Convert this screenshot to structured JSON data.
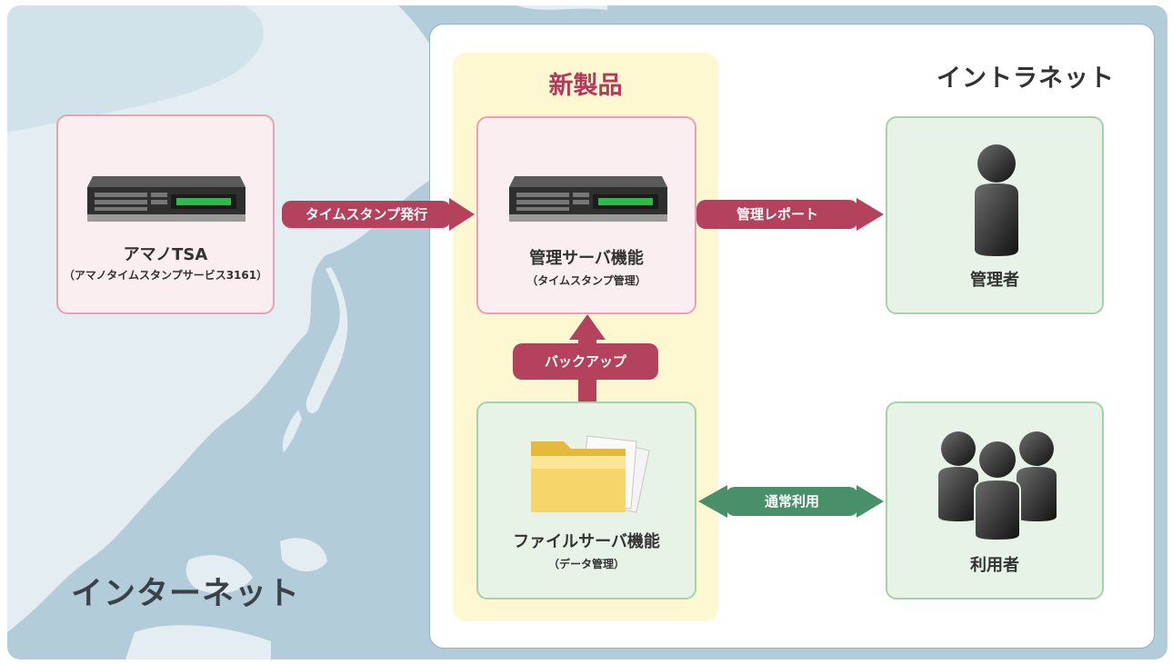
{
  "regions": {
    "internet_label": "インターネット",
    "intranet_label": "イントラネット",
    "new_product_label": "新製品"
  },
  "nodes": {
    "tsa": {
      "title": "アマノTSA",
      "subtitle": "（アマノタイムスタンプサービス3161）",
      "icon": "server-appliance-icon"
    },
    "mgmt_server": {
      "title": "管理サーバ機能",
      "subtitle": "（タイムスタンプ管理）",
      "icon": "server-appliance-icon"
    },
    "file_server": {
      "title": "ファイルサーバ機能",
      "subtitle": "（データ管理）",
      "icon": "folder-documents-icon"
    },
    "admin": {
      "title": "管理者",
      "icon": "person-icon"
    },
    "users": {
      "title": "利用者",
      "icon": "people-group-icon"
    }
  },
  "edges": {
    "timestamp_issue": "タイムスタンプ発行",
    "mgmt_report": "管理レポート",
    "backup": "バックアップ",
    "normal_use": "通常利用"
  },
  "colors": {
    "background_map": "#b3ccd9",
    "new_product_area": "#fdf8d2",
    "pink_box": "#fbeef1",
    "green_box": "#e6f3e6",
    "red_arrow": "#b4425d",
    "green_arrow": "#49906a",
    "new_product_title": "#b23a5a"
  }
}
